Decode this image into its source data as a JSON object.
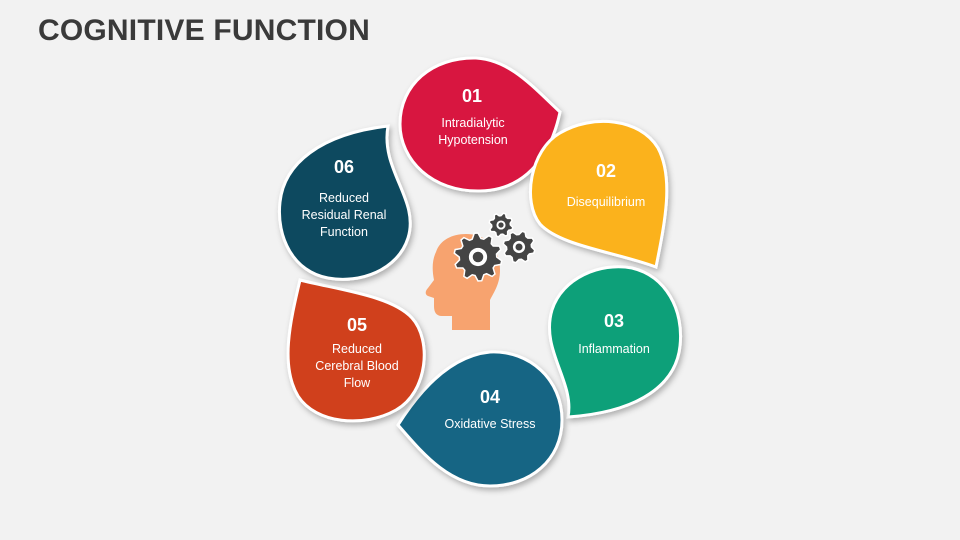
{
  "title": "COGNITIVE FUNCTION",
  "steps": [
    {
      "number": "01",
      "text": "Intradialytic Hypotension",
      "color": "#d8163f"
    },
    {
      "number": "02",
      "text": "Disequilibrium",
      "color": "#fbb21a"
    },
    {
      "number": "03",
      "text": "Inflammation",
      "color": "#0aa079"
    },
    {
      "number": "04",
      "text": "Oxidative Stress",
      "color": "#146584"
    },
    {
      "number": "05",
      "text": "Reduced Cerebral Blood Flow",
      "color": "#d0401d"
    },
    {
      "number": "06",
      "text": "Reduced Residual Renal Function",
      "color": "#0e4a5e"
    }
  ],
  "center_icon": {
    "head_color": "#f7a36f",
    "gear_color": "#444444",
    "icon": "head-with-gears-icon"
  }
}
